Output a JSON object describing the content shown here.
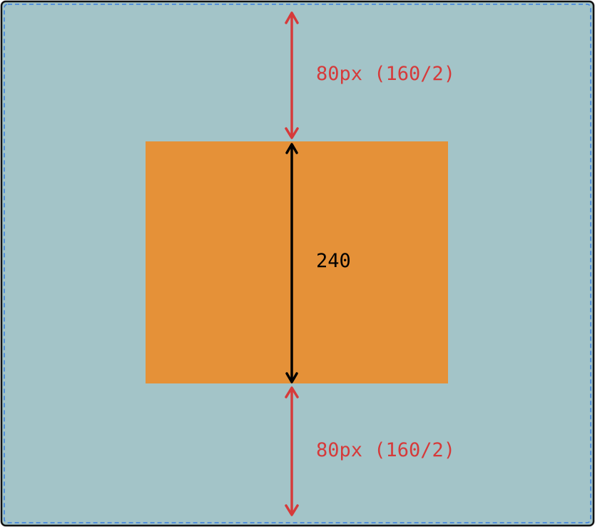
{
  "labels": {
    "top_spacing": "80px (160/2)",
    "box_height": "240",
    "bottom_spacing": "80px (160/2)"
  },
  "colors": {
    "container_fill": "#a3c4c8",
    "container_border": "#111111",
    "container_dashed": "#3b7ee0",
    "box_fill": "#e59138",
    "spacing_arrow": "#d63a3a",
    "box_arrow": "#000000",
    "spacing_text": "#d63a3a",
    "box_text": "#000000"
  }
}
